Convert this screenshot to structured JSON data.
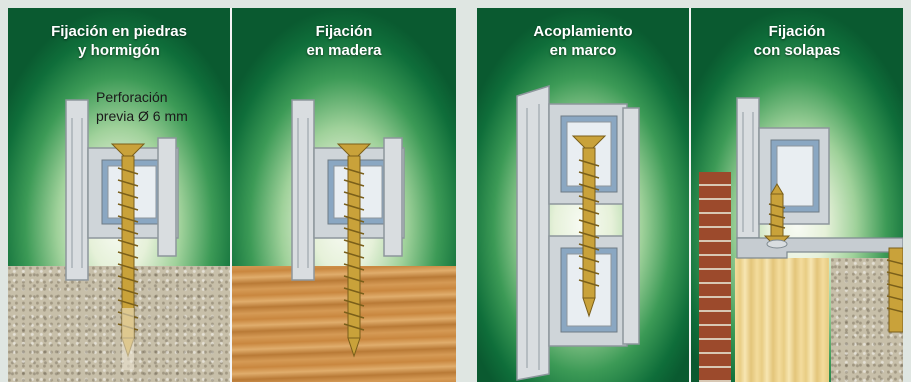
{
  "panels": [
    {
      "title_line1": "Fijación en piedras",
      "title_line2": "y hormigón",
      "note_line1": "Perforación",
      "note_line2": "previa Ø 6 mm"
    },
    {
      "title_line1": "Fijación",
      "title_line2": "en madera"
    },
    {
      "title_line1": "Acoplamiento",
      "title_line2": "en marco"
    },
    {
      "title_line1": "Fijación",
      "title_line2": "con solapas"
    }
  ],
  "colors": {
    "green_dark": "#0f6e3a",
    "screw_gold": "#c9a23a",
    "profile_gray": "#d9dde0"
  },
  "icons": [
    "window-profile-icon",
    "screw-icon",
    "stone-ground-icon",
    "wood-ground-icon",
    "brick-wall-icon"
  ]
}
